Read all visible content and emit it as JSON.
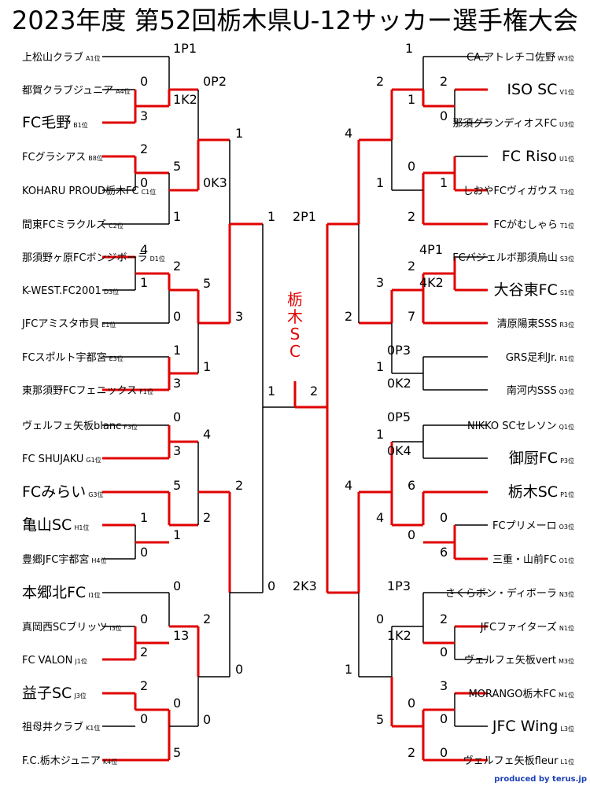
{
  "title": "2023年度 第52回栃木県U-12サッカー選手権大会",
  "credit": "produced by terus.jp",
  "winner": "栃木SC",
  "left_teams": [
    {
      "name": "上松山クラブ",
      "seed": "A1位",
      "large": false
    },
    {
      "name": "都賀クラブジュニア",
      "seed": "A4位",
      "large": false
    },
    {
      "name": "FC毛野",
      "seed": "B1位",
      "large": true
    },
    {
      "name": "FCグラシアス",
      "seed": "B8位",
      "large": false
    },
    {
      "name": "KOHARU PROUD栃木FC",
      "seed": "C1位",
      "large": false
    },
    {
      "name": "間東FCミラクルズ",
      "seed": "C2位",
      "large": false
    },
    {
      "name": "那須野ヶ原FCボンジボーラ",
      "seed": "D1位",
      "large": false
    },
    {
      "name": "K-WEST.FC2001",
      "seed": "D3位",
      "large": false
    },
    {
      "name": "JFCアミスタ市貝",
      "seed": "E1位",
      "large": false
    },
    {
      "name": "FCスポルト宇都宮",
      "seed": "E3位",
      "large": false
    },
    {
      "name": "東那須野FCフェニックス",
      "seed": "F1位",
      "large": false
    },
    {
      "name": "ヴェルフェ矢板blanc",
      "seed": "F3位",
      "large": false
    },
    {
      "name": "FC SHUJAKU",
      "seed": "G1位",
      "large": false
    },
    {
      "name": "FCみらい",
      "seed": "G3位",
      "large": true
    },
    {
      "name": "亀山SC",
      "seed": "H1位",
      "large": true
    },
    {
      "name": "豊郷JFC宇都宮",
      "seed": "H4位",
      "large": false
    },
    {
      "name": "本郷北FC",
      "seed": "I1位",
      "large": true
    },
    {
      "name": "真岡西SCブリッツ",
      "seed": "I3位",
      "large": false
    },
    {
      "name": "FC VALON",
      "seed": "J1位",
      "large": false
    },
    {
      "name": "益子SC",
      "seed": "J3位",
      "large": true
    },
    {
      "name": "祖母井クラブ",
      "seed": "K1位",
      "large": false
    },
    {
      "name": "F.C.栃木ジュニア",
      "seed": "K4位",
      "large": false
    }
  ],
  "right_teams": [
    {
      "name": "CA.アトレチコ佐野",
      "seed": "W3位",
      "large": false
    },
    {
      "name": "ISO SC",
      "seed": "V1位",
      "large": true
    },
    {
      "name": "那須グランディオスFC",
      "seed": "U3位",
      "large": false
    },
    {
      "name": "FC Riso",
      "seed": "U1位",
      "large": true
    },
    {
      "name": "しおやFCヴィガウス",
      "seed": "T3位",
      "large": false
    },
    {
      "name": "FCがむしゃら",
      "seed": "T1位",
      "large": false
    },
    {
      "name": "FCバジェルボ那須烏山",
      "seed": "S3位",
      "large": false
    },
    {
      "name": "大谷東FC",
      "seed": "S1位",
      "large": true
    },
    {
      "name": "清原陽東SSS",
      "seed": "R3位",
      "large": false
    },
    {
      "name": "GRS足利Jr.",
      "seed": "R1位",
      "large": false
    },
    {
      "name": "南河内SSS",
      "seed": "Q3位",
      "large": false
    },
    {
      "name": "NIKKO SCセレソン",
      "seed": "Q1位",
      "large": false
    },
    {
      "name": "御厨FC",
      "seed": "P3位",
      "large": true
    },
    {
      "name": "栃木SC",
      "seed": "P1位",
      "large": true
    },
    {
      "name": "FCプリメーロ",
      "seed": "O3位",
      "large": false
    },
    {
      "name": "三重・山前FC",
      "seed": "O1位",
      "large": false
    },
    {
      "name": "さくらボン・ディボーラ",
      "seed": "N3位",
      "large": false
    },
    {
      "name": "JFCファイターズ",
      "seed": "N1位",
      "large": false
    },
    {
      "name": "ヴェルフェ矢板vert",
      "seed": "M3位",
      "large": false
    },
    {
      "name": "MORANGO栃木FC",
      "seed": "M1位",
      "large": false
    },
    {
      "name": "JFC Wing",
      "seed": "L3位",
      "large": true
    },
    {
      "name": "ヴェルフェ矢板fleur",
      "seed": "L1位",
      "large": false
    }
  ],
  "scores": [
    {
      "text": "1P1"
    },
    {
      "text": "0"
    },
    {
      "text": "3"
    },
    {
      "text": "0P2"
    },
    {
      "text": "1K2"
    },
    {
      "text": "2"
    },
    {
      "text": "0"
    },
    {
      "text": "5"
    },
    {
      "text": "1"
    },
    {
      "text": "0K3"
    },
    {
      "text": "1"
    },
    {
      "text": "4"
    },
    {
      "text": "1"
    },
    {
      "text": "2"
    },
    {
      "text": "0"
    },
    {
      "text": "5"
    },
    {
      "text": "1"
    },
    {
      "text": "3"
    },
    {
      "text": "1"
    },
    {
      "text": "3"
    },
    {
      "text": "1"
    },
    {
      "text": "0"
    },
    {
      "text": "3"
    },
    {
      "text": "4"
    },
    {
      "text": "5"
    },
    {
      "text": "1"
    },
    {
      "text": "2"
    },
    {
      "text": "2"
    },
    {
      "text": "0"
    },
    {
      "text": "1"
    },
    {
      "text": "0"
    },
    {
      "text": "0"
    },
    {
      "text": "2"
    },
    {
      "text": "13"
    },
    {
      "text": "2"
    },
    {
      "text": "0"
    },
    {
      "text": "2"
    },
    {
      "text": "0"
    },
    {
      "text": "0"
    },
    {
      "text": "5"
    },
    {
      "text": "0"
    },
    {
      "text": "0"
    },
    {
      "text": "1"
    },
    {
      "text": "2"
    },
    {
      "text": "1"
    },
    {
      "text": "2"
    },
    {
      "text": "1"
    },
    {
      "text": "2"
    },
    {
      "text": "0"
    },
    {
      "text": "4"
    },
    {
      "text": "0"
    },
    {
      "text": "1"
    },
    {
      "text": "1"
    },
    {
      "text": "2"
    },
    {
      "text": "2P1"
    },
    {
      "text": "4P1"
    },
    {
      "text": "2"
    },
    {
      "text": "4K2"
    },
    {
      "text": "3"
    },
    {
      "text": "7"
    },
    {
      "text": "2"
    },
    {
      "text": "0P3"
    },
    {
      "text": "1"
    },
    {
      "text": "0K2"
    },
    {
      "text": "0P5"
    },
    {
      "text": "1"
    },
    {
      "text": "0K4"
    },
    {
      "text": "6"
    },
    {
      "text": "4"
    },
    {
      "text": "4"
    },
    {
      "text": "0"
    },
    {
      "text": "0"
    },
    {
      "text": "6"
    },
    {
      "text": "1P3"
    },
    {
      "text": "0"
    },
    {
      "text": "1K2"
    },
    {
      "text": "2"
    },
    {
      "text": "0"
    },
    {
      "text": "2K3"
    },
    {
      "text": "3"
    },
    {
      "text": "0"
    },
    {
      "text": "0"
    },
    {
      "text": "1"
    },
    {
      "text": "5"
    },
    {
      "text": "2"
    },
    {
      "text": "0"
    }
  ]
}
